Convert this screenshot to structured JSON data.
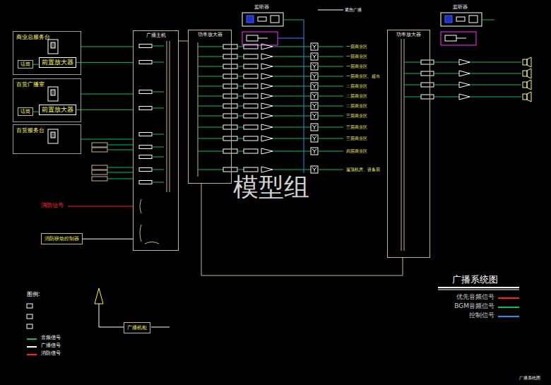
{
  "diagram": {
    "title": "广播系统图",
    "nodes": [
      {
        "text": [
          "商业总服务台"
        ]
      },
      {
        "text": [
          "话筒"
        ],
        "in": 0
      },
      {
        "text": [
          "前置放大器"
        ],
        "in": 0
      },
      {
        "text": [
          "百货广播室"
        ]
      },
      {
        "text": [
          "话筒"
        ],
        "in": 3
      },
      {
        "text": [
          "前置放大器"
        ],
        "in": 3
      },
      {
        "text": [
          "百货服务台"
        ]
      },
      {
        "text": [
          "广播主机"
        ]
      },
      {
        "text": [
          "功率放大器"
        ]
      },
      {
        "text": [
          "功率放大器"
        ]
      },
      {
        "text": [
          "消防联动控制器"
        ]
      },
      {
        "text": [
          "广播机柜"
        ]
      }
    ],
    "edges": [
      {
        "from": 2,
        "to": 7,
        "arrow": "none"
      },
      {
        "from": 5,
        "to": 7,
        "arrow": "none"
      },
      {
        "from": 6,
        "to": 7,
        "arrow": "none"
      },
      {
        "from": 10,
        "to": 7,
        "arrow": "none"
      },
      {
        "from": 7,
        "to": 8,
        "arrow": "none"
      },
      {
        "from": 8,
        "to": 9,
        "arrow": "none"
      },
      {
        "from": 1,
        "to": 2,
        "arrow": "none"
      },
      {
        "from": 4,
        "to": 5,
        "arrow": "none"
      }
    ],
    "labels": [
      "监听器",
      "紧急广播",
      "监听器",
      "一层商业区",
      "一层商业区",
      "一层商业区",
      "一层商业区、超市",
      "二层商业区",
      "二层商业区",
      "二层商业区",
      "三层商业区",
      "三层商业区",
      "三层商业区",
      "四层商业区",
      "屋顶机房、设备层",
      "消防信号",
      "模型组",
      "图例:",
      "广播系统图"
    ],
    "legend": [
      {
        "text": "优先音频信号",
        "color": "#ff2020"
      },
      {
        "text": "BGM音频信号",
        "color": "#00c060"
      },
      {
        "text": "控制信号",
        "color": "#1e90ff"
      },
      {
        "text": "音频信号",
        "color": "#00c060"
      },
      {
        "text": "广播信号",
        "color": "#ffffff"
      },
      {
        "text": "消防信号",
        "color": "#ff2020"
      }
    ]
  }
}
